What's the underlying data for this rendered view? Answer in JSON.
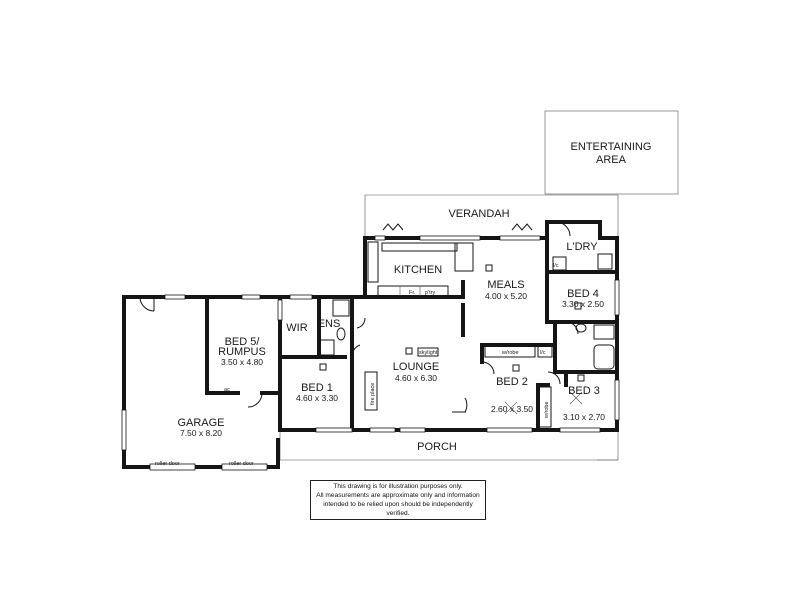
{
  "rooms": {
    "entertaining": "ENTERTAINING\nAREA",
    "verandah": "VERANDAH",
    "laundry": "L'DRY",
    "kitchen": "KITCHEN",
    "meals": {
      "name": "MEALS",
      "dims": "4.00 x 5.20"
    },
    "bed4": {
      "name": "BED 4",
      "dims": "3.30 x 2.50"
    },
    "bed5": {
      "name": "BED 5/\nRUMPUS",
      "dims": "3.50 x 4.80"
    },
    "wir": "WIR",
    "ens": "ENS",
    "lounge": {
      "name": "LOUNGE",
      "dims": "4.60 x 6.30"
    },
    "bed1": {
      "name": "BED 1",
      "dims": "4.60 x 3.30"
    },
    "bed2": {
      "name": "BED 2",
      "dims": "2.60 x 3.50"
    },
    "bed3": {
      "name": "BED 3",
      "dims": "3.10 x 2.70"
    },
    "garage": {
      "name": "GARAGE",
      "dims": "7.50 x 8.20"
    },
    "porch": "PORCH"
  },
  "fixtures": {
    "fridge": "Fr.",
    "pantry": "p'try",
    "skylight": "skylight",
    "fireplace": "fire place",
    "wrobe_bed2": "w/robe",
    "wrobe_bed3": "w/robe",
    "linen_bed4": "l/c",
    "linen_hall": "l/c",
    "ac": "ac",
    "roller_door_1": "roller door",
    "roller_door_2": "roller door"
  },
  "disclaimer": [
    "This drawing is for illustration purposes only.",
    "All measurements are approximate only and information",
    "intended to be relied upon should be independently verified."
  ]
}
